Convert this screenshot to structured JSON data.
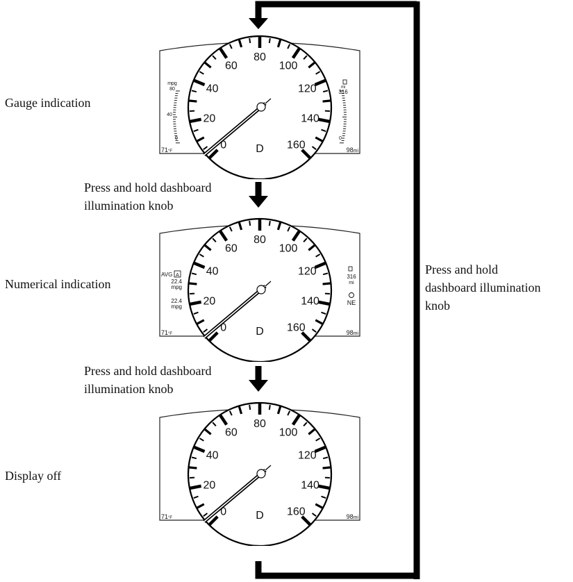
{
  "diagram": {
    "modes": [
      {
        "id": "gauge",
        "label": "Gauge indication",
        "show_side_gauges": true,
        "show_numerical": false,
        "show_temp_odo": true
      },
      {
        "id": "numerical",
        "label": "Numerical indication",
        "show_side_gauges": false,
        "show_numerical": true,
        "show_temp_odo": true
      },
      {
        "id": "off",
        "label": "Display off",
        "show_side_gauges": false,
        "show_numerical": false,
        "show_temp_odo": true
      }
    ],
    "step_label_line1": "Press and hold dashboard",
    "step_label_line2": "illumination knob",
    "return_label_line1": "Press and hold",
    "return_label_line2": "dashboard illumination",
    "return_label_line3": "knob"
  },
  "gauge": {
    "speed_labels": [
      "0",
      "20",
      "40",
      "60",
      "80",
      "100",
      "120",
      "140",
      "160"
    ],
    "gear": "D",
    "outside_temp_value": "71",
    "outside_temp_unit": "°F",
    "odometer_value": "98",
    "odometer_unit": "mi",
    "fuel_economy": {
      "unit": "mpg",
      "max": "80",
      "mid": "40",
      "min": "0"
    },
    "range": {
      "max": "316",
      "min": "0",
      "unit": "mi"
    },
    "numerical": {
      "avg_label": "AVG",
      "avg_badge": "A",
      "avg_value": "22.4",
      "avg_unit": "mpg",
      "inst_value": "22.4",
      "inst_unit": "mpg",
      "range_value": "316",
      "range_unit": "mi",
      "compass": "NE"
    }
  }
}
